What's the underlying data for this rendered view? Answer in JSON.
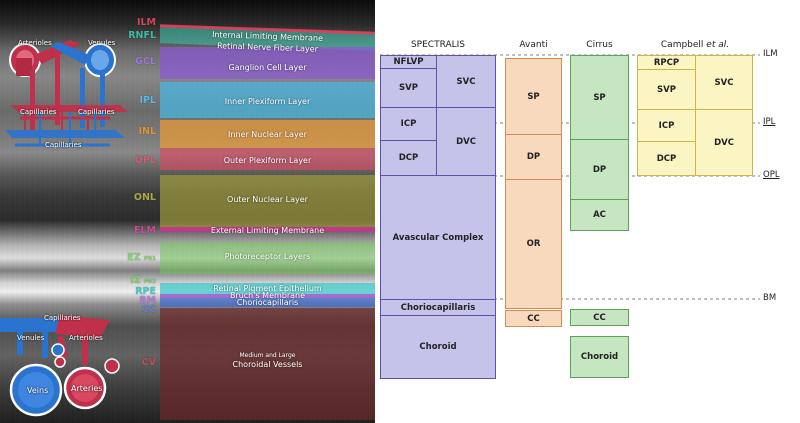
{
  "oct_image": {
    "layers": [
      {
        "abbr": "ILM",
        "name": "Internal Limiting Membrane",
        "color": "#d33c54"
      },
      {
        "abbr": "RNFL",
        "name": "Retinal Nerve Fiber Layer",
        "color": "#3ec9b0"
      },
      {
        "abbr": "GCL",
        "name": "Ganglion Cell Layer",
        "color": "#8a5ad0"
      },
      {
        "abbr": "IPL",
        "name": "Inner Plexiform Layer",
        "color": "#4bb7e0"
      },
      {
        "abbr": "INL",
        "name": "Inner Nuclear Layer",
        "color": "#e59a3a"
      },
      {
        "abbr": "OPL",
        "name": "Outer Plexiform Layer",
        "color": "#d84a62"
      },
      {
        "abbr": "ONL",
        "name": "Outer Nuclear Layer",
        "color": "#a6a33a"
      },
      {
        "abbr": "ELM",
        "name": "External Limiting Membrane",
        "color": "#c8368c"
      },
      {
        "abbr": "EZ",
        "sub": "PR1",
        "name": "Photoreceptor Layers",
        "color": "#72c45a"
      },
      {
        "abbr": "IZ",
        "sub": "PR2",
        "name": "",
        "color": "#72c45a"
      },
      {
        "abbr": "RPE",
        "name": "Retinal Pigment Epithelium",
        "color": "#33c7c7"
      },
      {
        "abbr": "BM",
        "name": "Bruch's Membrane",
        "color": "#9a5ad0"
      },
      {
        "abbr": "CC",
        "name": "Choriocapillaris",
        "color": "#3a66d0"
      },
      {
        "abbr": "CV",
        "name_line1": "Medium and Large",
        "name_line2": "Choroidal Vessels",
        "color": "#9a3a3a"
      }
    ],
    "inset_top": {
      "labels": [
        "Arterioles",
        "Venules",
        "Capillaries",
        "Capillaries",
        "Capillaries"
      ]
    },
    "inset_bottom": {
      "labels": [
        "Capillaries",
        "Venules",
        "Arterioles",
        "Veins",
        "Arteries"
      ]
    }
  },
  "schema": {
    "columns": [
      {
        "key": "spectralis",
        "label": "SPECTRALIS"
      },
      {
        "key": "avanti",
        "label": "Avanti"
      },
      {
        "key": "cirrus",
        "label": "Cirrus"
      },
      {
        "key": "campbell",
        "label_main": "Campbell ",
        "label_italic": "et al."
      }
    ],
    "references": [
      "ILM",
      "IPL",
      "OPL",
      "BM"
    ],
    "spectralis": {
      "NFLVP": "NFLVP",
      "SVP": "SVP",
      "SVC": "SVC",
      "ICP": "ICP",
      "DCP": "DCP",
      "DVC": "DVC",
      "avascular": "Avascular Complex",
      "chorio": "Choriocapillaris",
      "choroid": "Choroid"
    },
    "avanti": {
      "SP": "SP",
      "DP": "DP",
      "OR": "OR",
      "CC": "CC"
    },
    "cirrus": {
      "SP": "SP",
      "DP": "DP",
      "AC": "AC",
      "CC": "CC",
      "choroid": "Choroid"
    },
    "campbell": {
      "RPCP": "RPCP",
      "SVP": "SVP",
      "SVC": "SVC",
      "ICP": "ICP",
      "DCP": "DCP",
      "DVC": "DVC"
    }
  }
}
